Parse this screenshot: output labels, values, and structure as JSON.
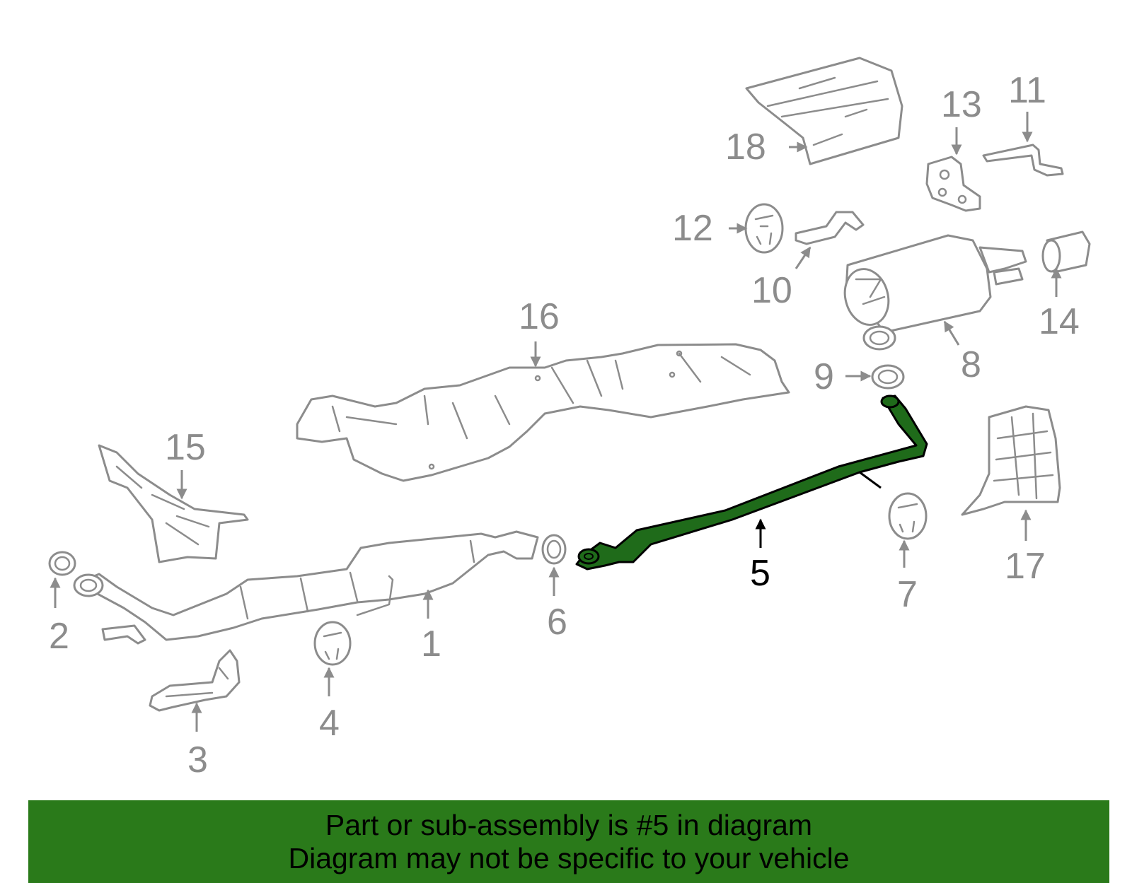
{
  "callouts": {
    "c1": "1",
    "c2": "2",
    "c3": "3",
    "c4": "4",
    "c5": "5",
    "c6": "6",
    "c7": "7",
    "c8": "8",
    "c9": "9",
    "c10": "10",
    "c11": "11",
    "c12": "12",
    "c13": "13",
    "c14": "14",
    "c15": "15",
    "c16": "16",
    "c17": "17",
    "c18": "18"
  },
  "selected_part": "5",
  "colors": {
    "highlight_fill": "#1f6b1a",
    "banner_bg": "#2a7a1a",
    "line_art": "#8c8c8c"
  },
  "banner": {
    "line1": "Part or sub-assembly is #5 in diagram",
    "line2": "Diagram may not be specific to your vehicle"
  }
}
